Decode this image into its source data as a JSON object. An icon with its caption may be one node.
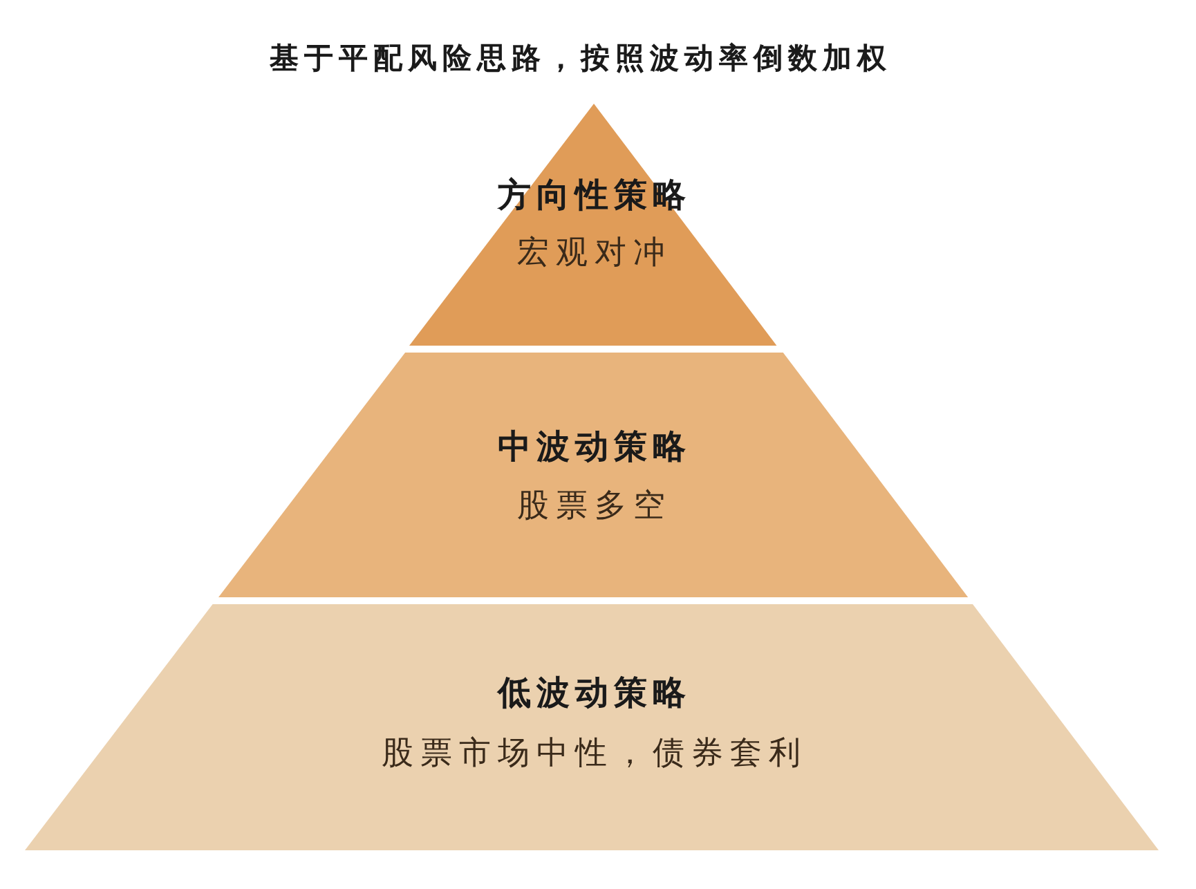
{
  "diagram": {
    "title": "基于平配风险思路，按照波动率倒数加权",
    "nodes": [
      {
        "text": [
          "方向性策略",
          "宏观对冲"
        ]
      },
      {
        "text": [
          "中波动策略",
          "股票多空"
        ]
      },
      {
        "text": [
          "低波动策略",
          "股票市场中性，债券套利"
        ]
      }
    ]
  }
}
